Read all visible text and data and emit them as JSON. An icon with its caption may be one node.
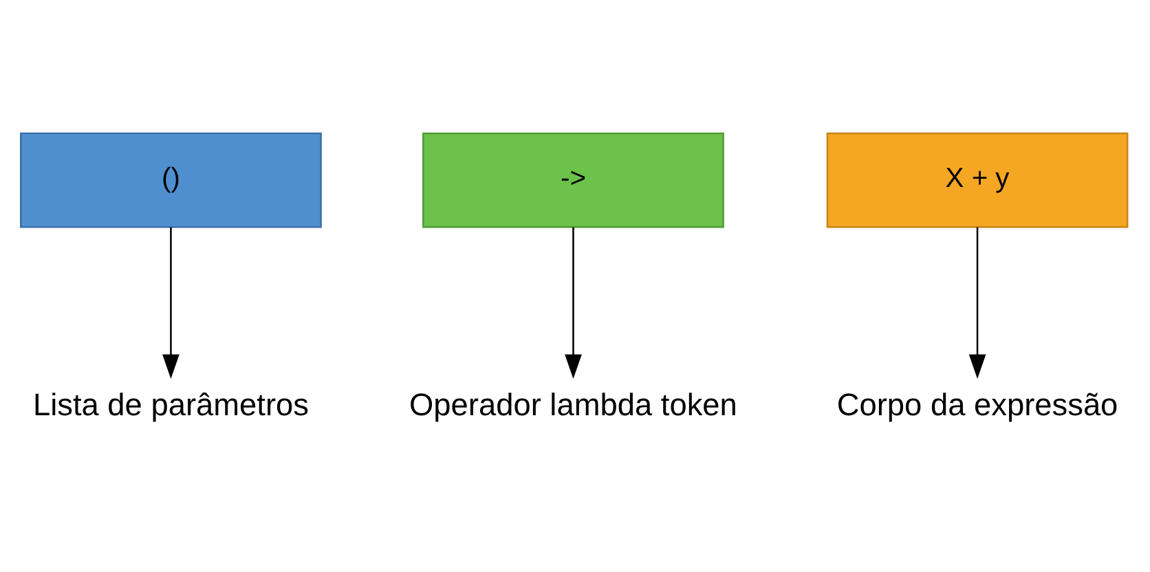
{
  "diagram": {
    "nodes": [
      {
        "text": [
          "()"
        ]
      },
      {
        "text": [
          "->"
        ]
      },
      {
        "text": [
          "X + y"
        ]
      },
      {
        "text": [
          "Lista de parâmetros"
        ]
      },
      {
        "text": [
          "Operador lambda token"
        ]
      },
      {
        "text": [
          "Corpo da expressão"
        ]
      }
    ],
    "edges": [
      {
        "from": 0,
        "to": 3,
        "arrow": "to"
      },
      {
        "from": 1,
        "to": 4,
        "arrow": "to"
      },
      {
        "from": 2,
        "to": 5,
        "arrow": "to"
      }
    ]
  }
}
